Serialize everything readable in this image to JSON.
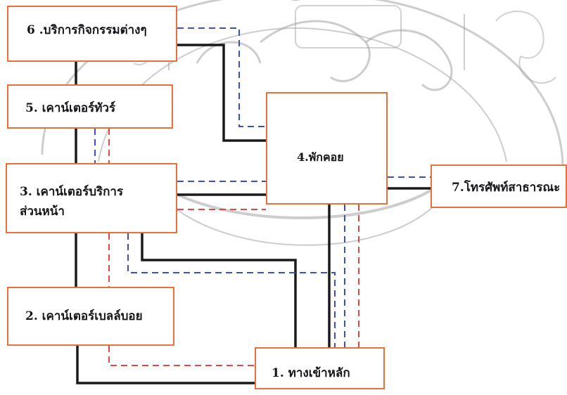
{
  "nodes": {
    "service6": "6 .บริการกิจกรรมต่างๆ",
    "tour5": "5. เคาน์เตอร์ทัวร์",
    "service3_line1": "3. เคาน์เตอร์บริการ",
    "service3_line2": "ส่วนหน้า",
    "lobby4": "4.พักคอย",
    "phone7": "7.โทรศัพท์สาธารณะ",
    "bell2": "2. เคาน์เตอร์เบลล์บอย",
    "entrance1": "1. ทางเข้าหลัก"
  },
  "colors": {
    "box_border": "#e8703a",
    "line_black": "#1a1a1a",
    "line_blue_dashed": "#3b4fc4",
    "line_red_dashed": "#e04848",
    "watermark": "#9c9c9c"
  }
}
